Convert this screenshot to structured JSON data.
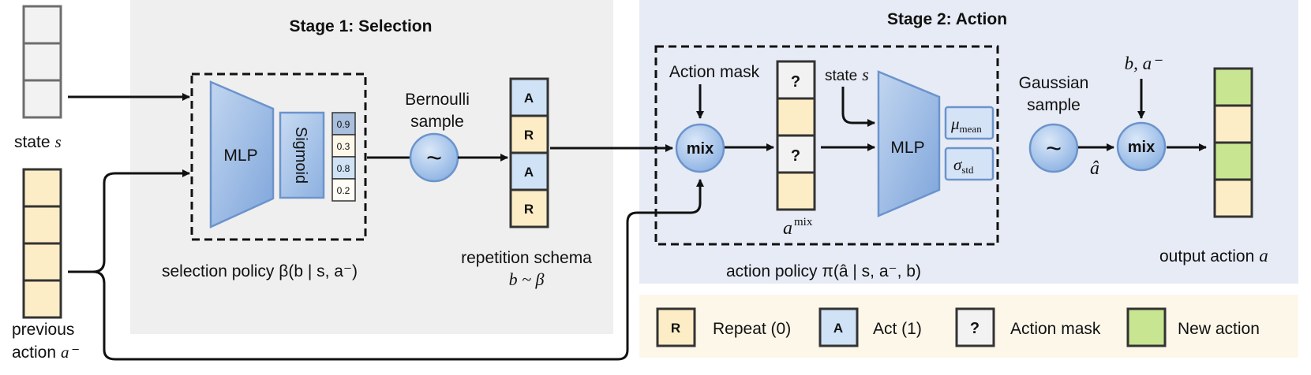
{
  "stage1": {
    "title": "Stage 1: Selection"
  },
  "stage2": {
    "title": "Stage 2: Action"
  },
  "inputs": {
    "state_label": "state",
    "state_symbol": "s",
    "prev_action_line1": "previous",
    "prev_action_line2": "action",
    "prev_action_symbol": "a⁻"
  },
  "selection": {
    "mlp": "MLP",
    "sigmoid": "Sigmoid",
    "probs": [
      "0.9",
      "0.3",
      "0.8",
      "0.2"
    ],
    "caption": "selection policy β(b | s, a⁻)"
  },
  "bernoulli": {
    "line1": "Bernoulli",
    "line2": "sample",
    "glyph": "~"
  },
  "schema": {
    "cells": [
      "A",
      "R",
      "A",
      "R"
    ],
    "caption1": "repetition schema",
    "caption2": "b ~ β"
  },
  "action": {
    "mask_label": "Action mask",
    "mix": "mix",
    "masked_cells": [
      "?",
      "",
      "?",
      ""
    ],
    "amix_label": "a",
    "amix_sup": "mix",
    "state_label": "state",
    "state_symbol": "s",
    "mlp": "MLP",
    "mu": "μ",
    "mu_sub": "mean",
    "sigma": "σ",
    "sigma_sub": "std",
    "caption": "action policy π(â | s, a⁻, b)"
  },
  "gaussian": {
    "line1": "Gaussian",
    "line2": "sample",
    "glyph": "~",
    "ahat": "â"
  },
  "final": {
    "inputs_label": "b, a⁻",
    "mix": "mix",
    "caption": "output action",
    "caption_symbol": "a"
  },
  "legend": {
    "items": [
      {
        "glyph": "R",
        "label": "Repeat (0)"
      },
      {
        "glyph": "A",
        "label": "Act (1)"
      },
      {
        "glyph": "?",
        "label": "Action mask"
      },
      {
        "glyph": "",
        "label": "New action"
      }
    ]
  },
  "colors": {
    "stage1_bg": "#efefef",
    "stage2_bg": "#e7ebf5",
    "legend_bg": "#fdf7ea",
    "yellow": "#fdedc6",
    "blue": "#cfe2f6",
    "green": "#c8e591",
    "gray_cell": "#f2f2f2",
    "accent": "#6c94cc"
  }
}
